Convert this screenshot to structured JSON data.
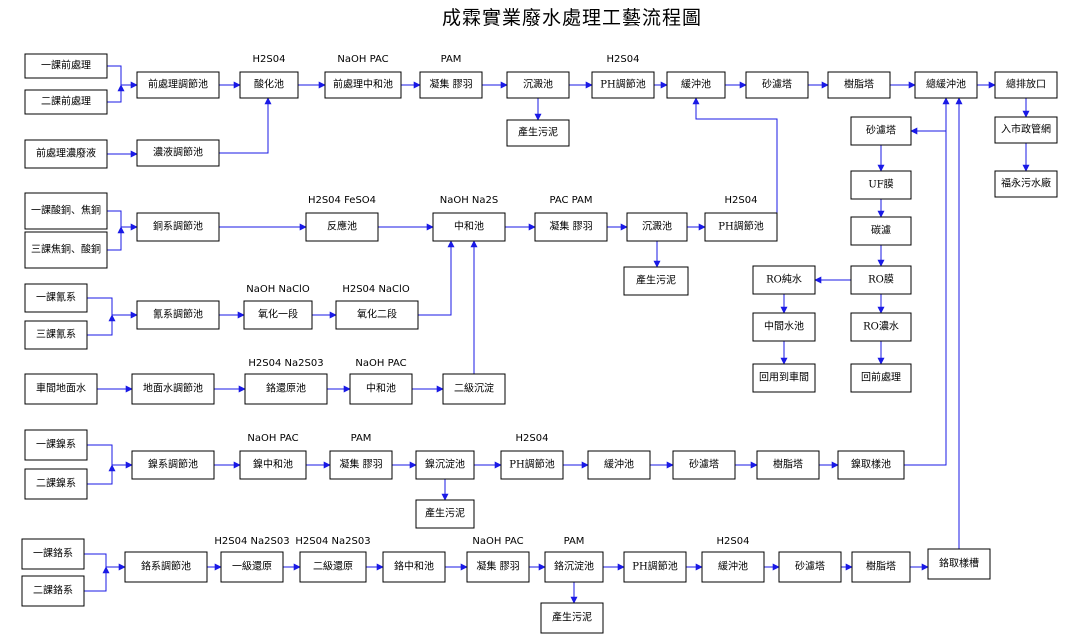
{
  "title": "成霖實業廢水處理工藝流程圖",
  "colors": {
    "arrow": "#1a1ae6",
    "box_border": "#000000",
    "background": "#ffffff"
  },
  "nodes": {
    "n_pre1": "一課前處理",
    "n_pre2": "二課前處理",
    "n_preconc": "前處理濃廢液",
    "n_preadj": "前處理調節池",
    "n_concadj": "濃液調節池",
    "n_acid": "酸化池",
    "n_preneut": "前處理中和池",
    "n_coag1": "凝集 膠羽",
    "n_sed1": "沉澱池",
    "n_sludge1": "產生污泥",
    "n_ph1": "PH調節池",
    "n_buf1": "緩沖池",
    "n_sand1": "砂濾塔",
    "n_resin1": "樹脂塔",
    "n_totalbuf": "總緩沖池",
    "n_discharge": "總排放口",
    "n_sewer": "入市政管網",
    "n_plant": "福永污水廠",
    "n_sand2": "砂濾塔",
    "n_uf": "UF膜",
    "n_carbon": "碳濾",
    "n_ro": "RO膜",
    "n_ropure": "RO純水",
    "n_midtank": "中間水池",
    "n_reuse": "回用到車間",
    "n_roconc": "RO濃水",
    "n_return": "回前處理",
    "n_cu1": "一課酸銅、焦銅",
    "n_cu2": "三課焦銅、酸銅",
    "n_cuadj": "銅系調節池",
    "n_react": "反應池",
    "n_neut": "中和池",
    "n_coag2": "凝集 膠羽",
    "n_sed2": "沉澱池",
    "n_sludge2": "產生污泥",
    "n_ph2": "PH調節池",
    "n_cn1": "一課氰系",
    "n_cn3": "三課氰系",
    "n_cnadj": "氰系調節池",
    "n_ox1": "氧化一段",
    "n_ox2": "氧化二段",
    "n_floor": "車間地面水",
    "n_flooradj": "地面水調節池",
    "n_crred": "鉻還原池",
    "n_neut2": "中和池",
    "n_sec": "二級沉淀",
    "n_ni1": "一課鎳系",
    "n_ni2": "二課鎳系",
    "n_niadj": "鎳系調節池",
    "n_nineut": "鎳中和池",
    "n_coag3": "凝集 膠羽",
    "n_nised": "鎳沉淀池",
    "n_sludge3": "產生污泥",
    "n_ph3": "PH調節池",
    "n_buf3": "緩沖池",
    "n_sand3": "砂濾塔",
    "n_resin3": "樹脂塔",
    "n_nisample": "鎳取樣池",
    "n_cr1": "一課鉻系",
    "n_cr2": "二課鉻系",
    "n_cradj": "鉻系調節池",
    "n_red1": "一級還原",
    "n_red2": "二級還原",
    "n_crneut": "鉻中和池",
    "n_coag4": "凝集 膠羽",
    "n_crsed": "鉻沉淀池",
    "n_sludge4": "產生污泥",
    "n_ph4": "PH調節池",
    "n_buf4": "緩沖池",
    "n_sand4": "砂濾塔",
    "n_resin4": "樹脂塔",
    "n_crsample": "鉻取樣槽"
  },
  "chemicals": {
    "c_acid": "H2S04",
    "c_preneut": "NaOH PAC",
    "c_coag1": "PAM",
    "c_ph1": "H2S04",
    "c_react": "H2S04 FeSO4",
    "c_neut": "NaOH Na2S",
    "c_coag2": "PAC PAM",
    "c_ph2": "H2S04",
    "c_ox1": "NaOH NaClO",
    "c_ox2": "H2S04 NaClO",
    "c_crred": "H2S04 Na2S03",
    "c_neut2": "NaOH PAC",
    "c_nineut": "NaOH PAC",
    "c_coag3": "PAM",
    "c_ph3": "H2S04",
    "c_red1": "H2S04 Na2S03",
    "c_red2": "H2S04 Na2S03",
    "c_coag4": "NaOH PAC",
    "c_crsed": "PAM",
    "c_buf4": "H2S04"
  }
}
